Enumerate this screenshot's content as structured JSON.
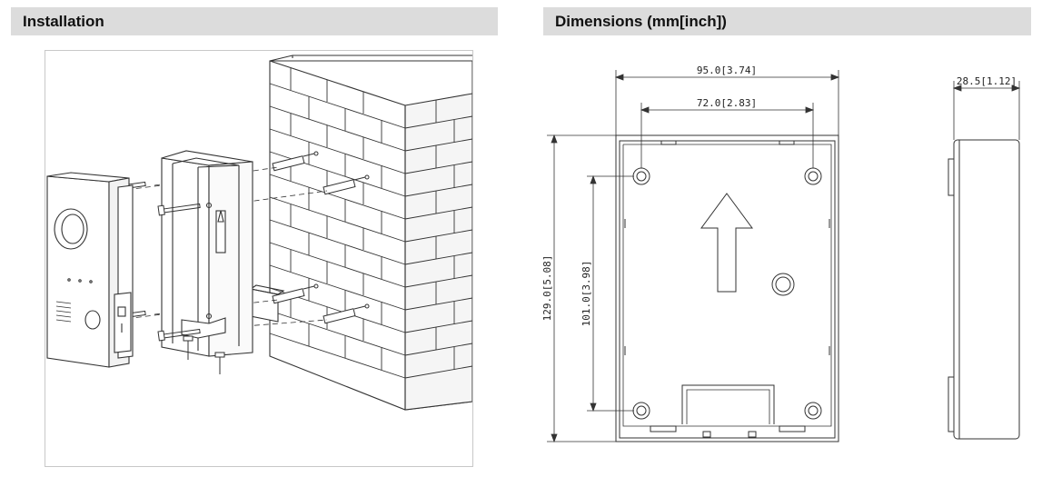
{
  "headers": {
    "installation": "Installation",
    "dimensions": "Dimensions (mm[inch])"
  },
  "dimensions": {
    "overall_width": "95.0[3.74]",
    "hole_spacing_width": "72.0[2.83]",
    "overall_height": "129.0[5.08]",
    "hole_spacing_height": "101.0[3.98]",
    "depth": "28.5[1.12]"
  },
  "colors": {
    "header_bg": "#dcdcdc",
    "line": "#333333",
    "panel_border": "#c8c8c8"
  }
}
